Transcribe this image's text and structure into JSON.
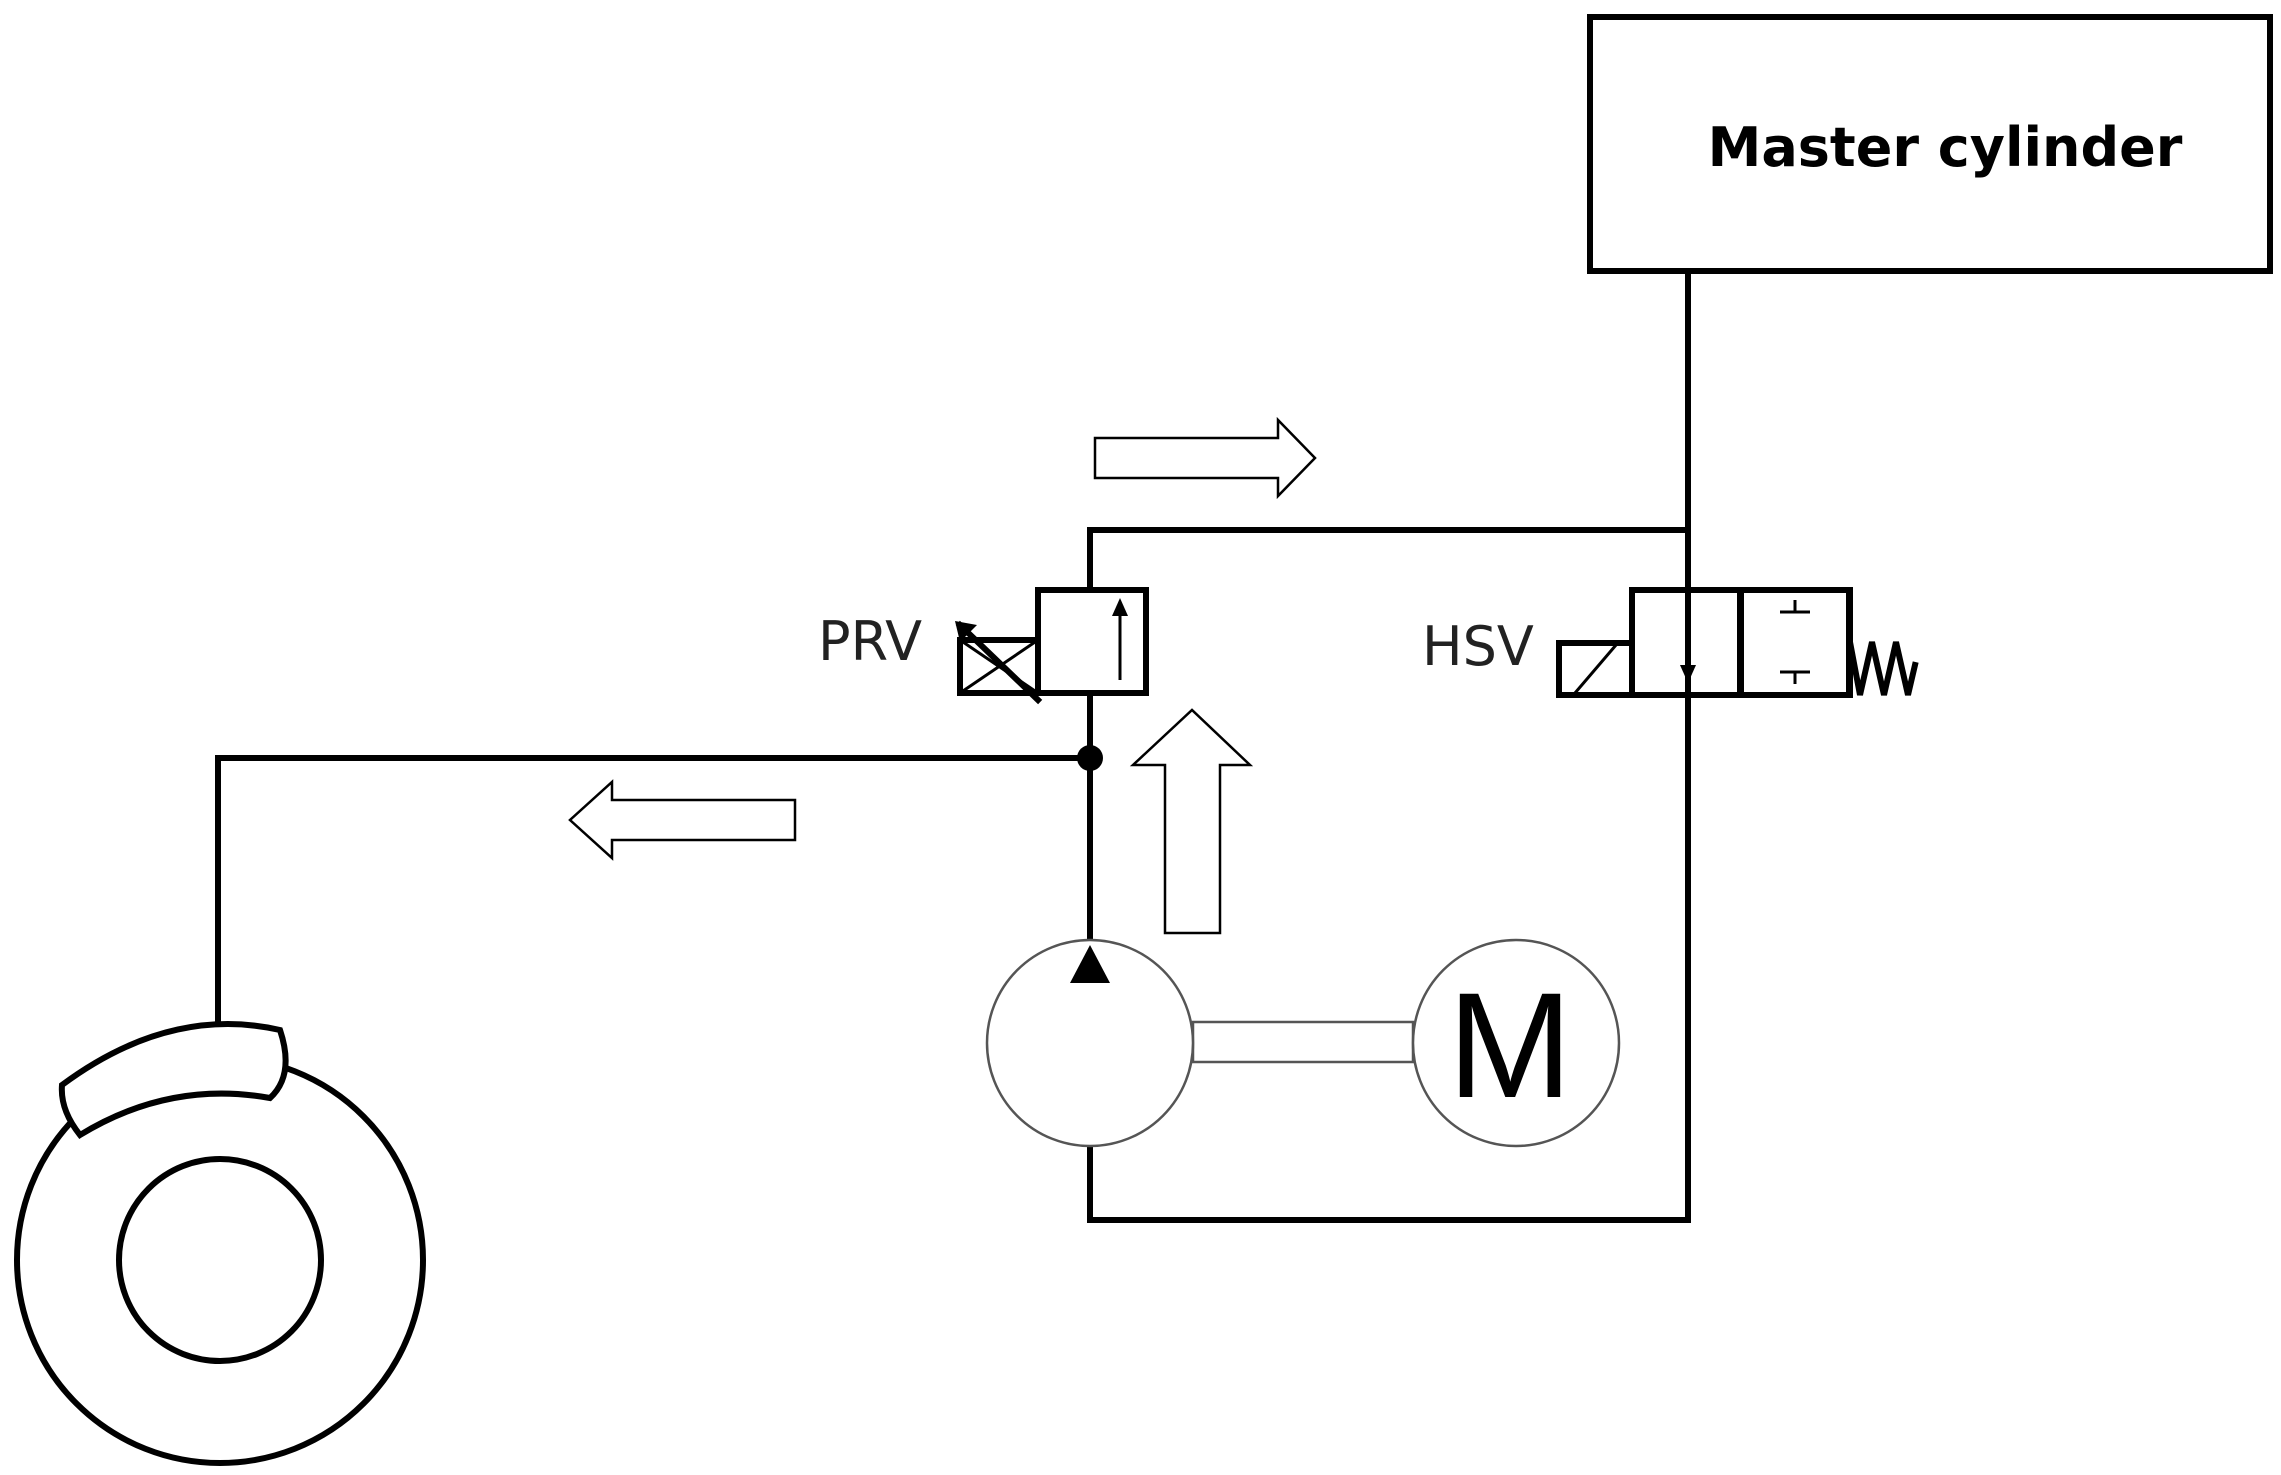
{
  "labels": {
    "master_cylinder": "Master cylinder",
    "prv": "PRV",
    "hsv": "HSV",
    "motor": "M"
  },
  "colors": {
    "line": "#000000",
    "background": "#ffffff",
    "pump_outline": "#555555"
  }
}
